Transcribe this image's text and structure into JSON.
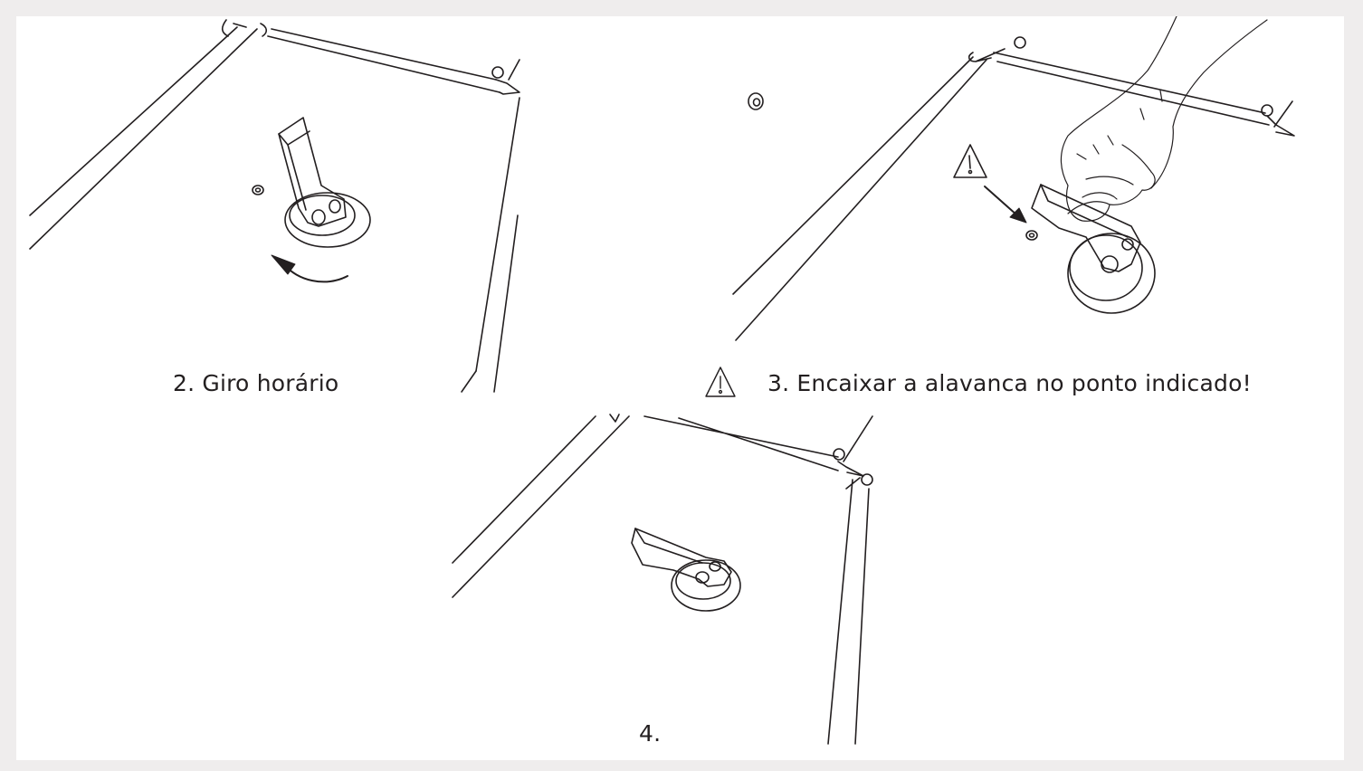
{
  "steps": [
    {
      "id": "step-2",
      "caption": "2. Giro horário"
    },
    {
      "id": "step-3",
      "caption": "3. Encaixar a alavanca no ponto indicado!"
    },
    {
      "id": "step-4",
      "caption": "4."
    }
  ],
  "icons": [
    "warning-triangle-icon",
    "rotation-arrow-icon",
    "pointer-arrow-icon",
    "hand-icon"
  ],
  "colors": {
    "line": "#231f20",
    "background": "#ffffff",
    "border": "#efeded"
  }
}
